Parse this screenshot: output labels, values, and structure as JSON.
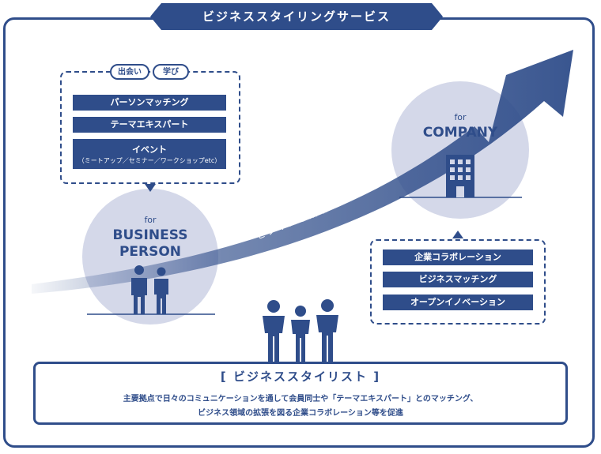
{
  "banner": {
    "title": "ビジネススタイリングサービス"
  },
  "top_box": {
    "pills": [
      "出会い",
      "学び"
    ],
    "items": [
      {
        "label": "パーソンマッチング"
      },
      {
        "label": "テーマエキスパート"
      },
      {
        "label": "イベント",
        "sub": "（ミートアップ／セミナー／ワークショップetc）"
      }
    ]
  },
  "person_circle": {
    "for": "for",
    "line1": "BUSINESS",
    "line2": "PERSON"
  },
  "company_circle": {
    "for": "for",
    "line1": "COMPANY"
  },
  "arrow": {
    "label": "ビジネスを飛躍"
  },
  "right_box": {
    "items": [
      {
        "label": "企業コラボレーション"
      },
      {
        "label": "ビジネスマッチング"
      },
      {
        "label": "オープンイノベーション"
      }
    ]
  },
  "stylist": {
    "title": "[ ビジネススタイリスト ]",
    "line1": "主要拠点で日々のコミュニケーションを通して会員同士や「テーマエキスパート」とのマッチング、",
    "line2": "ビジネス領域の拡張を図る企業コラボレーション等を促進"
  },
  "colors": {
    "primary": "#2f4d8a",
    "circle": "#d4d8e9",
    "white": "#ffffff"
  }
}
